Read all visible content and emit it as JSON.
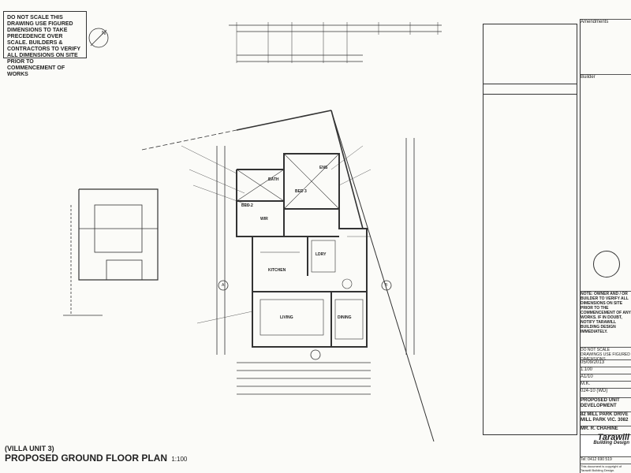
{
  "warning_box": {
    "text": "DO NOT SCALE THIS DRAWING USE FIGURED DIMENSIONS TO TAKE PRECEDENCE OVER SCALE. BUILDERS & CONTRACTORS TO VERIFY ALL DIMENSIONS ON SITE PRIOR TO COMMENCEMENT OF WORKS"
  },
  "plan": {
    "unit_label": "(VILLA UNIT 3)",
    "title": "PROPOSED GROUND FLOOR PLAN",
    "scale": "1:100",
    "rooms": [
      "BED 2",
      "BED 3",
      "WIR",
      "BATH",
      "ENS",
      "LDRY",
      "KITCHEN",
      "LIVING",
      "DINING"
    ],
    "markers": [
      "A",
      "B"
    ]
  },
  "title_block": {
    "amendments_label": "Amendments",
    "builder_label": "Builder",
    "note_text": "NOTE: OWNER AND / OR BUILDER TO VERIFY ALL DIMENSIONS ON SITE PRIOR TO THE COMMENCEMENT OF ANY WORKS. IF IN DOUBT, NOTIFY TARAWILL BUILDING DESIGN IMMEDIATELY.",
    "do_not_scale": "DO NOT SCALE DRAWINGS USE FIGURED DIMENSIONS",
    "date": "05/09/2013",
    "scale": "1:100",
    "size": "A1/10",
    "drawn": "M.K.",
    "job_no": "024-10 (WD)",
    "project_lines": [
      "PROPOSED UNIT",
      "DEVELOPMENT"
    ],
    "address_lines": [
      "82 MILL PARK DRIVE",
      "MILL PARK VIC. 3082"
    ],
    "client": "MR. R. CHAHINE",
    "company": "Tarawill",
    "company_sub": "Building Design",
    "phone": "Tel: 0412 690 519",
    "copyright": "This document is copyright of Tarawill Building Design."
  },
  "colors": {
    "ink": "#222222",
    "paper": "#fbfbf8"
  }
}
